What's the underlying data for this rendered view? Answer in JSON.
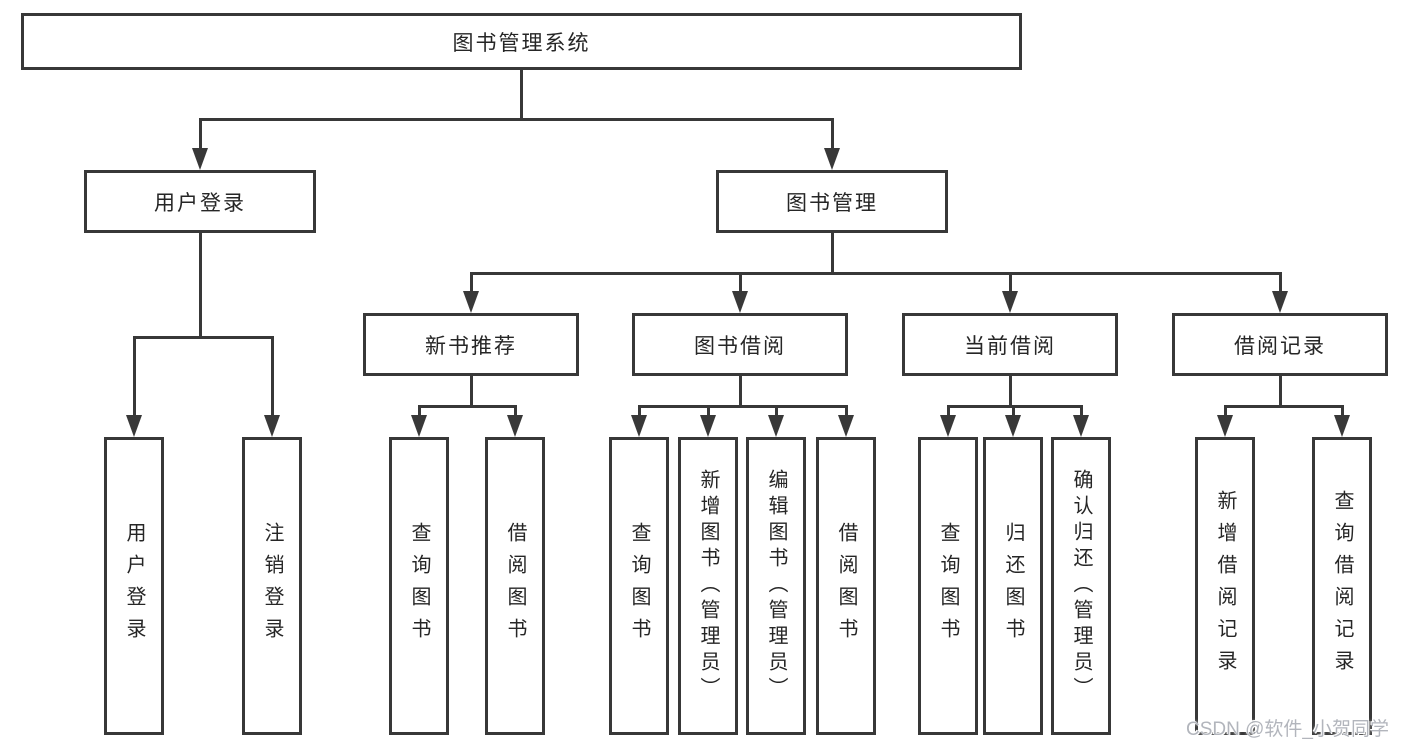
{
  "tree": {
    "root": "图书管理系统",
    "branches": [
      {
        "label": "用户登录",
        "leaves": [
          "用户登录",
          "注销登录"
        ]
      },
      {
        "label": "图书管理",
        "sections": [
          {
            "label": "新书推荐",
            "leaves": [
              "查询图书",
              "借阅图书"
            ]
          },
          {
            "label": "图书借阅",
            "leaves": [
              "查询图书",
              "新增图书（管理员）",
              "编辑图书（管理员）",
              "借阅图书"
            ]
          },
          {
            "label": "当前借阅",
            "leaves": [
              "查询图书",
              "归还图书",
              "确认归还（管理员）"
            ]
          },
          {
            "label": "借阅记录",
            "leaves": [
              "新增借阅记录",
              "查询借阅记录"
            ]
          }
        ]
      }
    ]
  },
  "watermark": "CSDN @软件_小贺同学",
  "colors": {
    "line": "#383838",
    "text": "#262626",
    "watermark": "#b2b5bc",
    "background": "#ffffff"
  }
}
